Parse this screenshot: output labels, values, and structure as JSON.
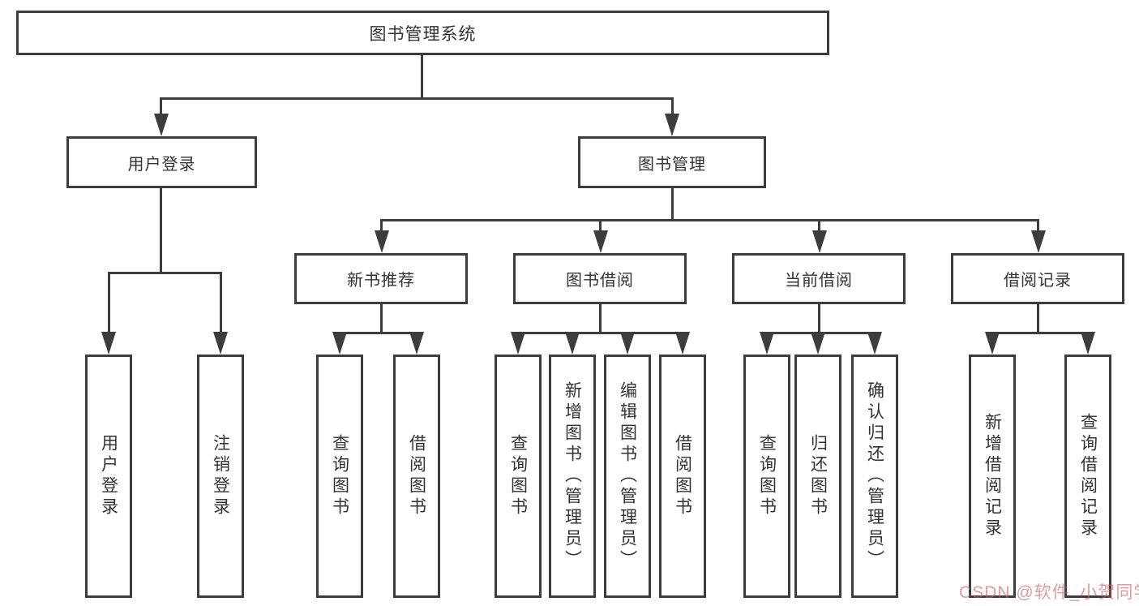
{
  "diagram": {
    "root": {
      "label": "图书管理系统"
    },
    "branches": {
      "user_login": {
        "label": "用户登录",
        "children": [
          {
            "label": "用户登录"
          },
          {
            "label": "注销登录"
          }
        ]
      },
      "book_mgmt": {
        "label": "图书管理",
        "children": [
          {
            "label": "新书推荐",
            "children": [
              {
                "label": "查询图书"
              },
              {
                "label": "借阅图书"
              }
            ]
          },
          {
            "label": "图书借阅",
            "children": [
              {
                "label": "查询图书"
              },
              {
                "label": "新增图书（管理员）"
              },
              {
                "label": "编辑图书（管理员）"
              },
              {
                "label": "借阅图书"
              }
            ]
          },
          {
            "label": "当前借阅",
            "children": [
              {
                "label": "查询图书"
              },
              {
                "label": "归还图书"
              },
              {
                "label": "确认归还（管理员）"
              }
            ]
          },
          {
            "label": "借阅记录",
            "children": [
              {
                "label": "新增借阅记录"
              },
              {
                "label": "查询借阅记录"
              }
            ]
          }
        ]
      }
    },
    "colors": {
      "line": "#3d3d3d",
      "text": "#333333",
      "background": "#ffffff"
    }
  },
  "watermark": {
    "text": "CSDN @软件_小贺同学",
    "color": "#cb5f5f"
  }
}
